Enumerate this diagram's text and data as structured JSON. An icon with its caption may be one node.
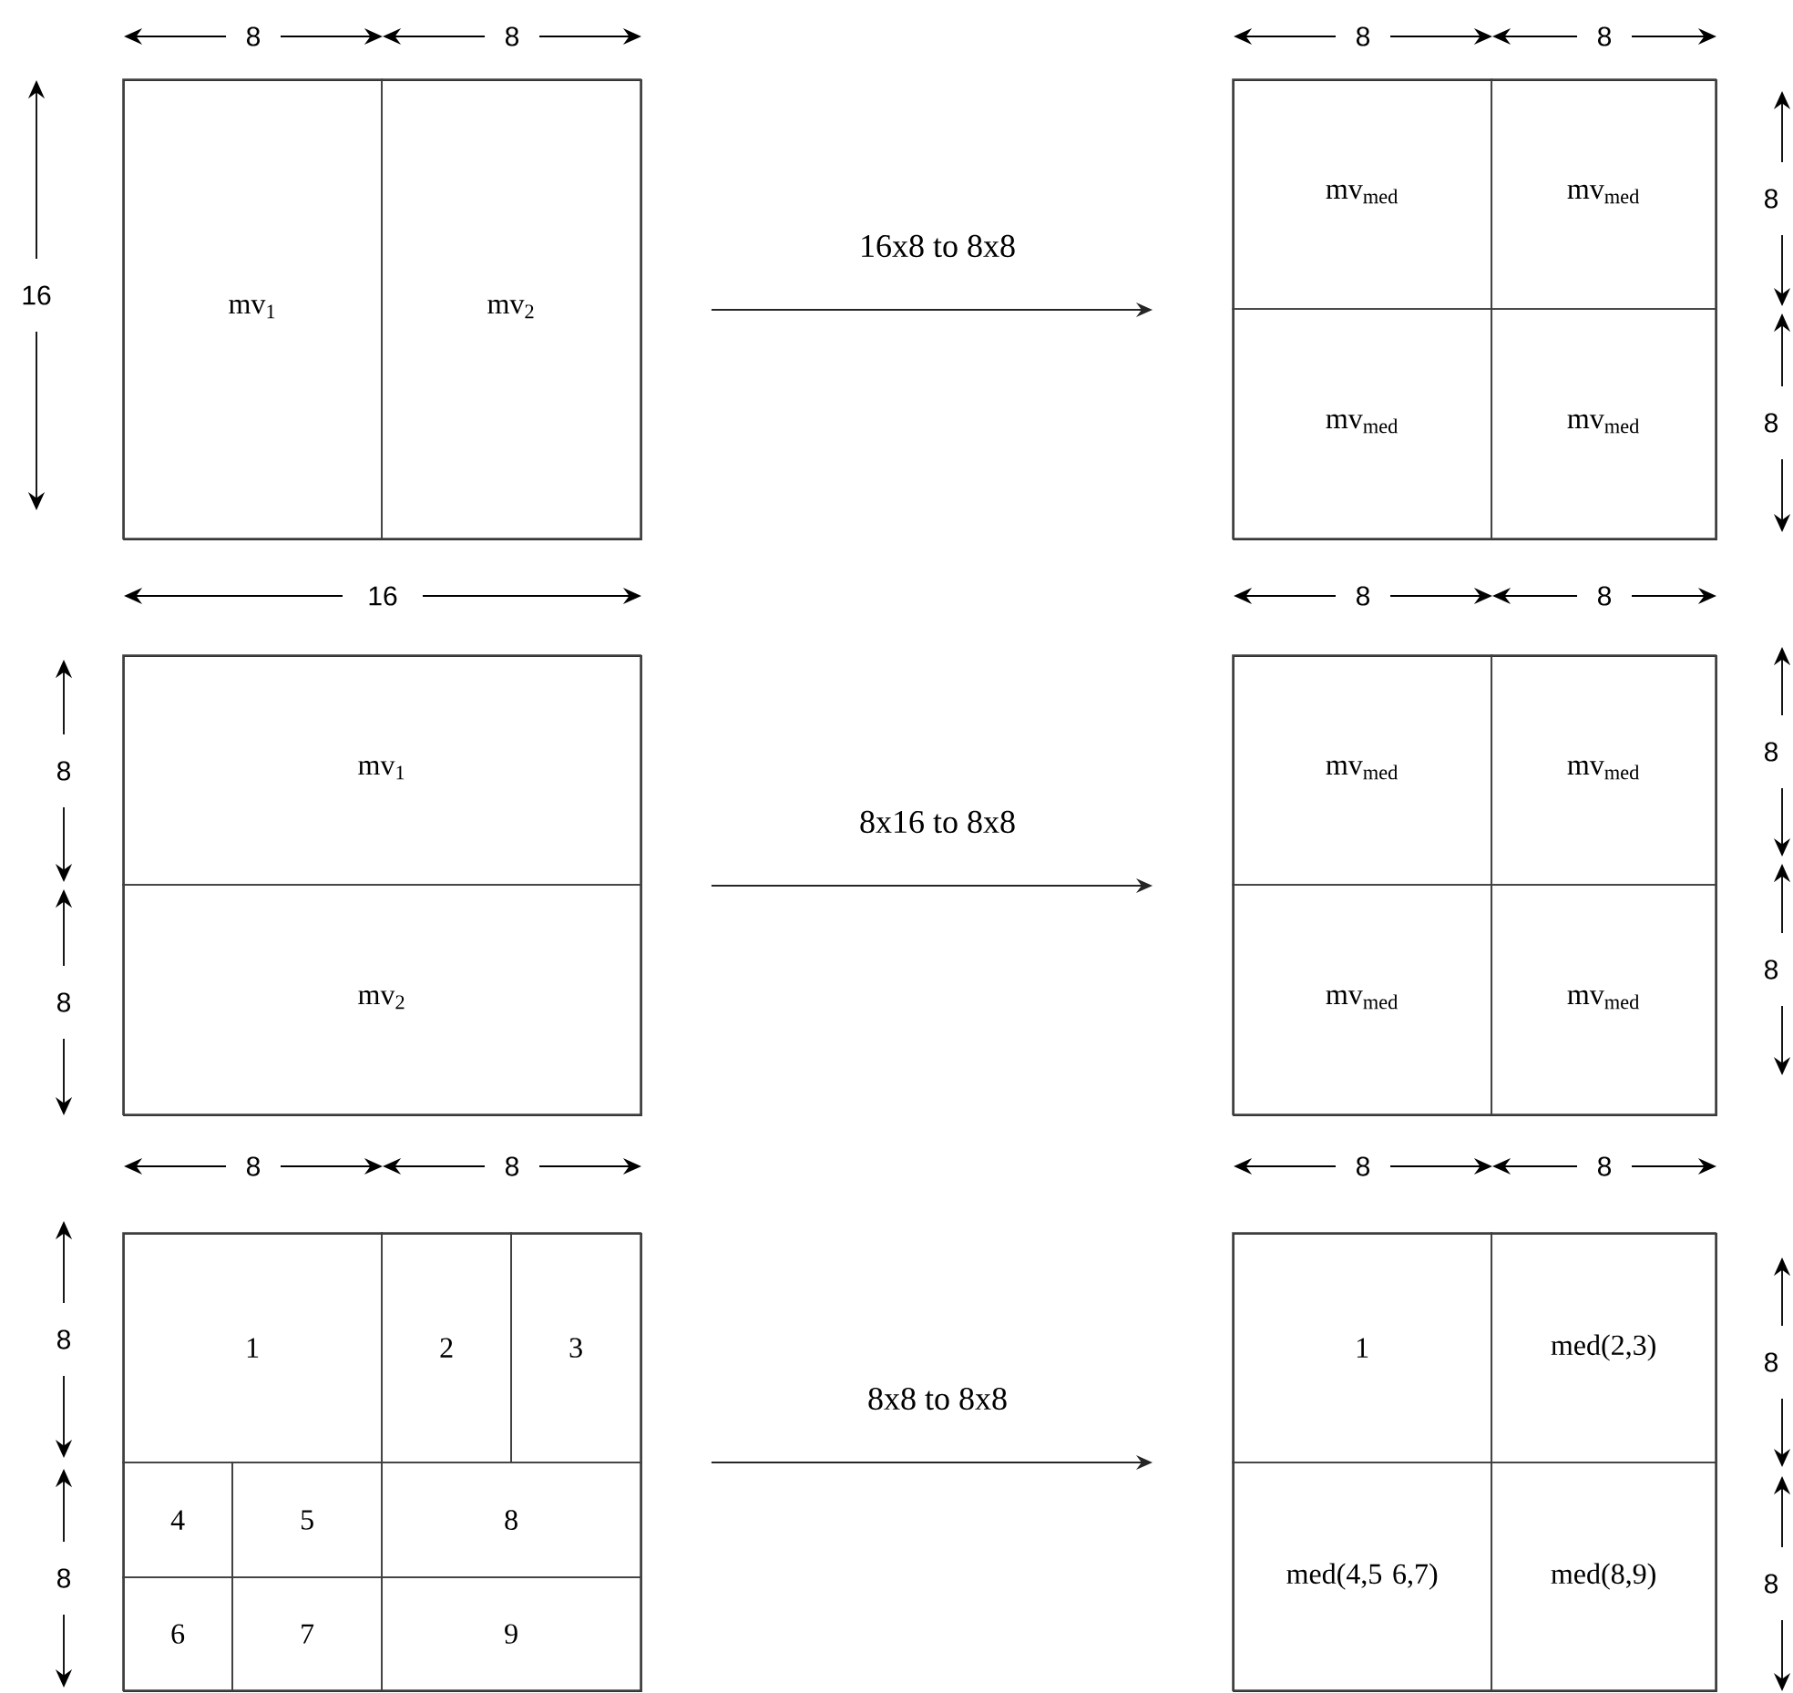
{
  "diagram": {
    "nodes": [
      {
        "text": [],
        "shape": "box"
      },
      {
        "text": [
          "mv$_{1}$"
        ],
        "in": 0
      },
      {
        "text": [
          "mv$_{2}$"
        ],
        "in": 0
      },
      {
        "text": [],
        "shape": "box"
      },
      {
        "text": [
          "mv$_{med}$"
        ],
        "in": 3
      },
      {
        "text": [
          "mv$_{med}$"
        ],
        "in": 3
      },
      {
        "text": [
          "mv$_{med}$"
        ],
        "in": 3
      },
      {
        "text": [
          "mv$_{med}$"
        ],
        "in": 3
      },
      {
        "text": [],
        "shape": "box"
      },
      {
        "text": [
          "mv$_{1}$"
        ],
        "in": 8
      },
      {
        "text": [
          "mv$_{2}$"
        ],
        "in": 8
      },
      {
        "text": [],
        "shape": "box"
      },
      {
        "text": [
          "mv$_{med}$"
        ],
        "in": 11
      },
      {
        "text": [
          "mv$_{med}$"
        ],
        "in": 11
      },
      {
        "text": [
          "mv$_{med}$"
        ],
        "in": 11
      },
      {
        "text": [
          "mv$_{med}$"
        ],
        "in": 11
      },
      {
        "text": [],
        "shape": "box"
      },
      {
        "text": [
          "1"
        ],
        "in": 16
      },
      {
        "text": [
          "2"
        ],
        "in": 16
      },
      {
        "text": [
          "3"
        ],
        "in": 16
      },
      {
        "text": [
          "4"
        ],
        "in": 16
      },
      {
        "text": [
          "5"
        ],
        "in": 16
      },
      {
        "text": [
          "8"
        ],
        "in": 16
      },
      {
        "text": [
          "6"
        ],
        "in": 16
      },
      {
        "text": [
          "7"
        ],
        "in": 16
      },
      {
        "text": [
          "9"
        ],
        "in": 16
      },
      {
        "text": [],
        "shape": "box"
      },
      {
        "text": [
          "1"
        ],
        "in": 26
      },
      {
        "text": [
          "med(2,3)"
        ],
        "in": 26
      },
      {
        "text": [
          "med(4,5 6,7)"
        ],
        "in": 26
      },
      {
        "text": [
          "med(8,9)"
        ],
        "in": 26
      }
    ],
    "edges": [
      {
        "from": 0,
        "to": 3,
        "arrow": "to",
        "label": "16x8 to 8x8"
      },
      {
        "from": 8,
        "to": 11,
        "arrow": "to",
        "label": "8x16 to 8x8"
      },
      {
        "from": 16,
        "to": 26,
        "arrow": "to",
        "label": "8x8 to 8x8"
      }
    ],
    "labels": [
      "8",
      "8",
      "8",
      "8",
      "16",
      "8",
      "8",
      "16",
      "8",
      "8",
      "8",
      "8",
      "8",
      "8",
      "8",
      "8",
      "8",
      "8",
      "8",
      "8",
      "8",
      "8"
    ]
  }
}
